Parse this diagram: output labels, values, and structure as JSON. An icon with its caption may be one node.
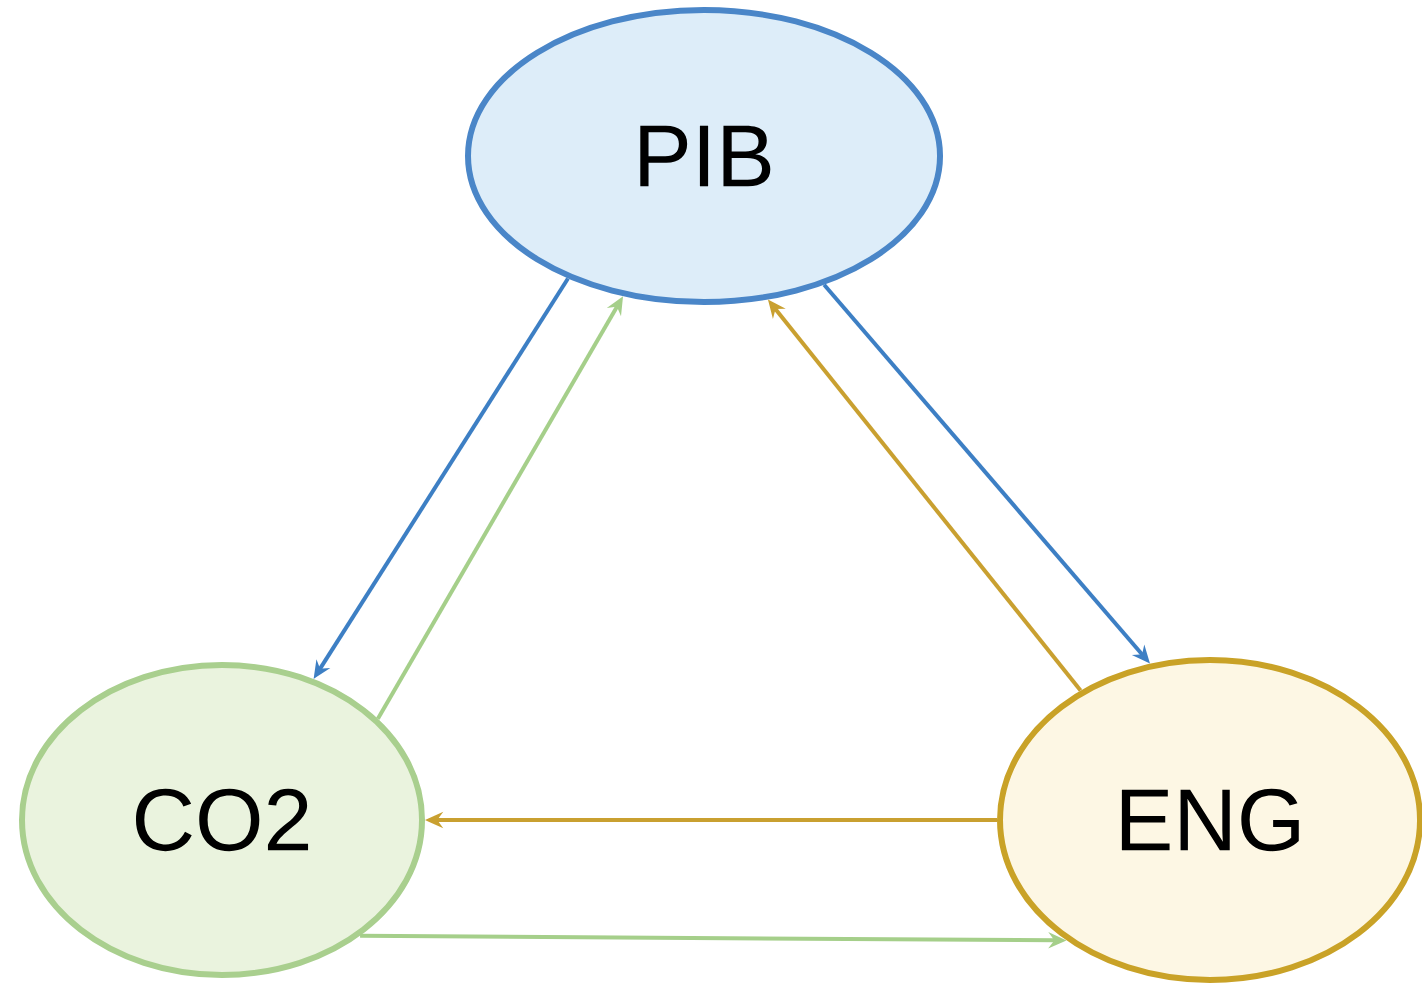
{
  "diagram": {
    "nodes": [
      {
        "text": [
          "PIB"
        ]
      },
      {
        "text": [
          "CO2"
        ]
      },
      {
        "text": [
          "ENG"
        ]
      }
    ],
    "edges": [
      {
        "from": 0,
        "to": 1,
        "arrow": "to",
        "color": "#3d7fc4"
      },
      {
        "from": 1,
        "to": 0,
        "arrow": "to",
        "color": "#a5cf8a"
      },
      {
        "from": 2,
        "to": 0,
        "arrow": "to",
        "color": "#c9a030"
      },
      {
        "from": 0,
        "to": 2,
        "arrow": "to",
        "color": "#3d7fc4"
      },
      {
        "from": 2,
        "to": 1,
        "arrow": "to",
        "color": "#c9a030"
      },
      {
        "from": 1,
        "to": 2,
        "arrow": "to",
        "color": "#a5cf8a"
      }
    ]
  }
}
